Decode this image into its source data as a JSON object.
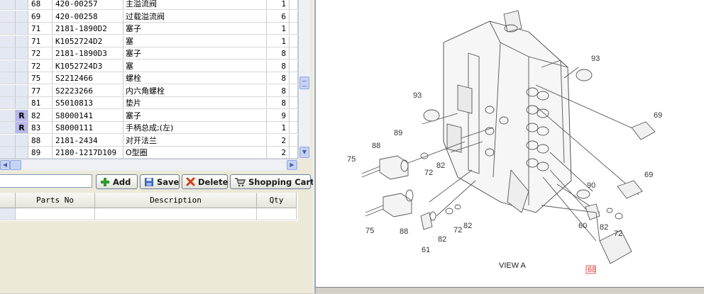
{
  "parts_table": {
    "rows": [
      {
        "flag": "",
        "no": "68",
        "part_no": "420-00257",
        "desc": "主溢流阀",
        "qty": "1"
      },
      {
        "flag": "",
        "no": "69",
        "part_no": "420-00258",
        "desc": "过载溢流阀",
        "qty": "6"
      },
      {
        "flag": "",
        "no": "71",
        "part_no": "2181-1890D2",
        "desc": "塞子",
        "qty": "1"
      },
      {
        "flag": "",
        "no": "71",
        "part_no": "K1052724D2",
        "desc": "塞",
        "qty": "1"
      },
      {
        "flag": "",
        "no": "72",
        "part_no": "2181-1890D3",
        "desc": "塞子",
        "qty": "8"
      },
      {
        "flag": "",
        "no": "72",
        "part_no": "K1052724D3",
        "desc": "塞",
        "qty": "8"
      },
      {
        "flag": "",
        "no": "75",
        "part_no": "S2212466",
        "desc": "螺栓",
        "qty": "8"
      },
      {
        "flag": "",
        "no": "77",
        "part_no": "S2223266",
        "desc": "内六角螺栓",
        "qty": "8"
      },
      {
        "flag": "",
        "no": "81",
        "part_no": "S5010813",
        "desc": "垫片",
        "qty": "8"
      },
      {
        "flag": "R",
        "no": "82",
        "part_no": "S8000141",
        "desc": "塞子",
        "qty": "9"
      },
      {
        "flag": "R",
        "no": "83",
        "part_no": "S8000111",
        "desc": "手柄总成;(左)",
        "qty": "1"
      },
      {
        "flag": "",
        "no": "88",
        "part_no": "2181-2434",
        "desc": "对开法兰",
        "qty": "2"
      },
      {
        "flag": "",
        "no": "89",
        "part_no": "2180-1217D109",
        "desc": "O型圈",
        "qty": "2"
      }
    ]
  },
  "toolbar": {
    "add_label": "Add",
    "save_label": "Save",
    "delete_label": "Delete",
    "cart_label": "Shopping Cart"
  },
  "cart_table": {
    "headers": {
      "parts_no": "Parts No",
      "description": "Description",
      "qty": "Qty"
    }
  },
  "diagram": {
    "labels": [
      "93",
      "93",
      "69",
      "69",
      "89",
      "88",
      "75",
      "72",
      "82",
      "90",
      "82",
      "72",
      "75",
      "88",
      "82",
      "72",
      "82",
      "60",
      "61",
      "68"
    ],
    "view_label": "VIEW  A",
    "highlight_color": "#e03030"
  }
}
